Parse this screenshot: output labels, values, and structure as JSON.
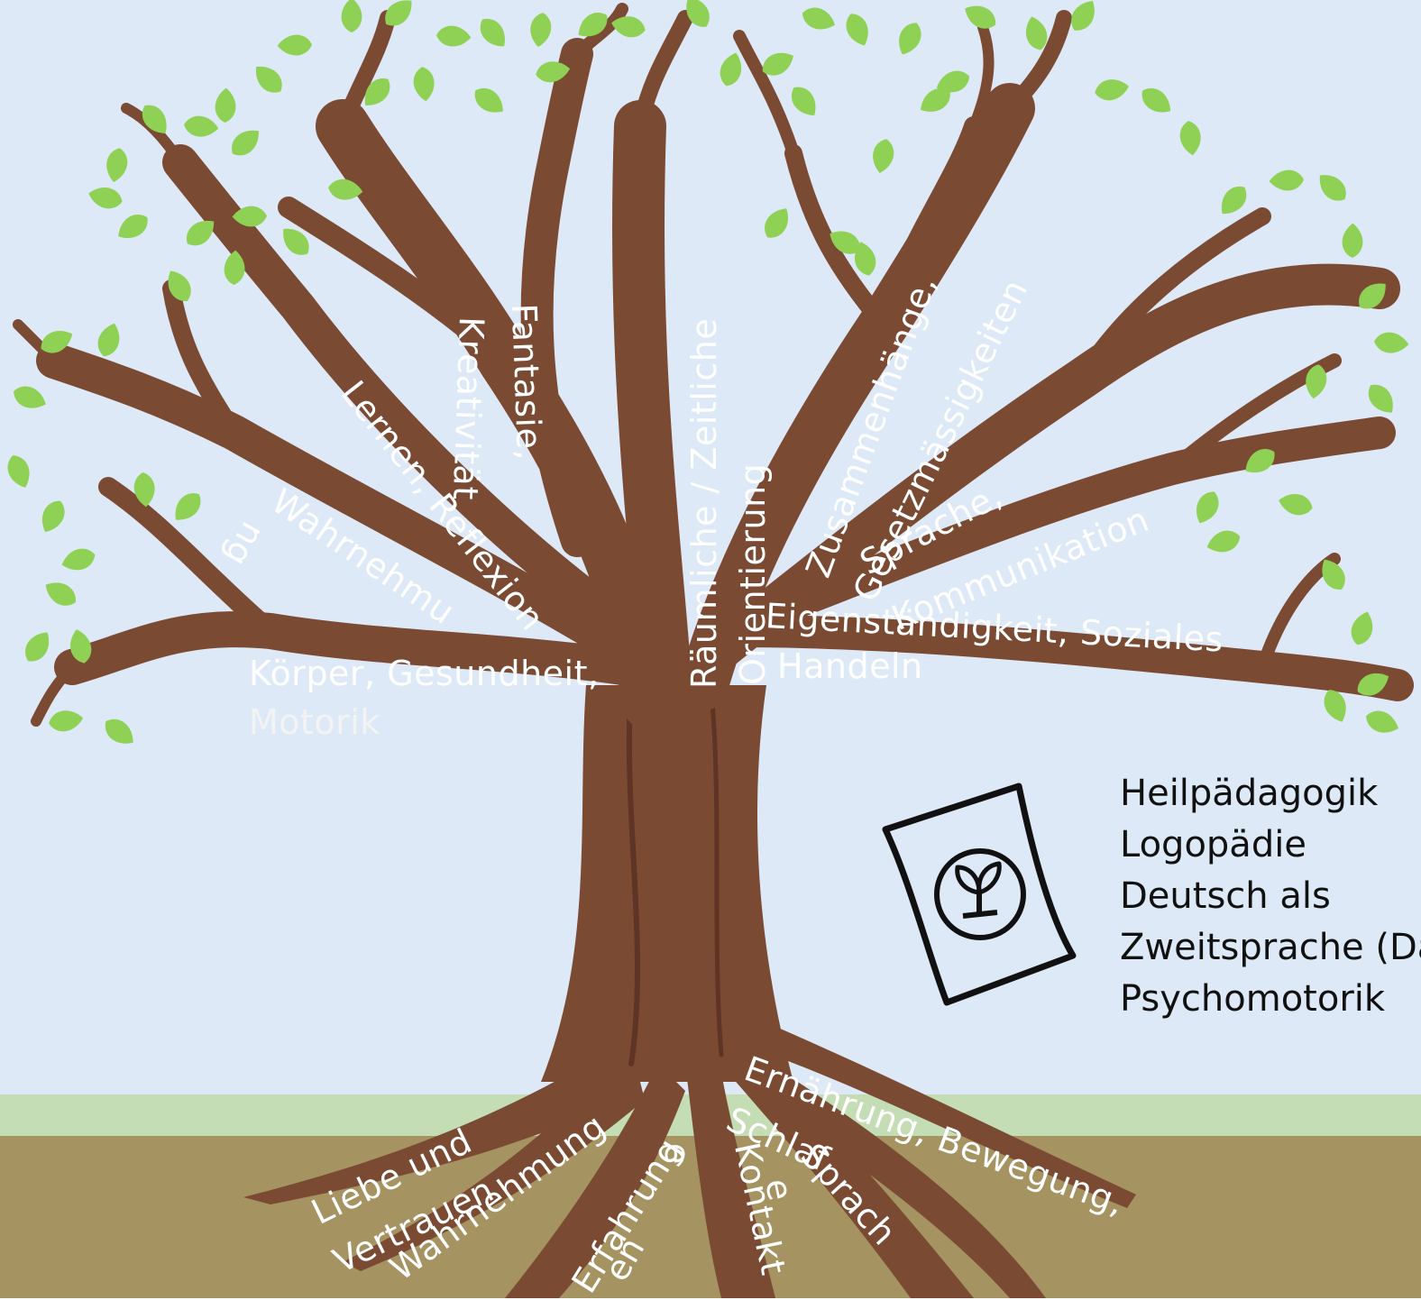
{
  "colors": {
    "sky": "#dde9f6",
    "grass": "#c4ddb4",
    "soil": "#a69362",
    "bark": "#7a4a33",
    "bark_dark": "#5e3424",
    "leaf": "#8ed155",
    "label_text": "#ffffff",
    "legend_text": "#111111"
  },
  "branches": {
    "koerper": [
      "Körper, Gesundheit,",
      "Motorik"
    ],
    "wahrnehmung_a": "Wahrnehmu",
    "wahrnehmung_b": "ng",
    "lernen": "Lernen, Reflexion",
    "kreativitaet": "Kreativität",
    "fantasie": "Fantasie,",
    "raeumlich": "Räumliche / Zeitliche",
    "orientierung": "Orientierung",
    "zusammenhaenge": "Zusammenhänge,",
    "gesetz": "Gesetzmässigkeiten",
    "sprache": "Sprache,",
    "kommunikation": "Kommunikation",
    "eigen": "Eigenständigkeit, Soziales",
    "handeln": "Handeln"
  },
  "roots": {
    "liebe": "Liebe und",
    "vertrauen": "Vertrauen",
    "wahrnehmung": "Wahrnehmung",
    "erfahrung": "Erfahrung",
    "e1": "e",
    "en": "en",
    "kontakt": "Kontakt",
    "schlaf": "Schlaf",
    "e2": "e",
    "sprach": "Sprach",
    "ernaehrung": "Ernährung, Bewegung,"
  },
  "seed_bag": {
    "icon": "seed-bag-icon"
  },
  "legend": {
    "items": [
      "Heilpädagogik",
      "Logopädie",
      "Deutsch als",
      "Zweitsprache (DaZ)",
      "Psychomotorik"
    ]
  }
}
